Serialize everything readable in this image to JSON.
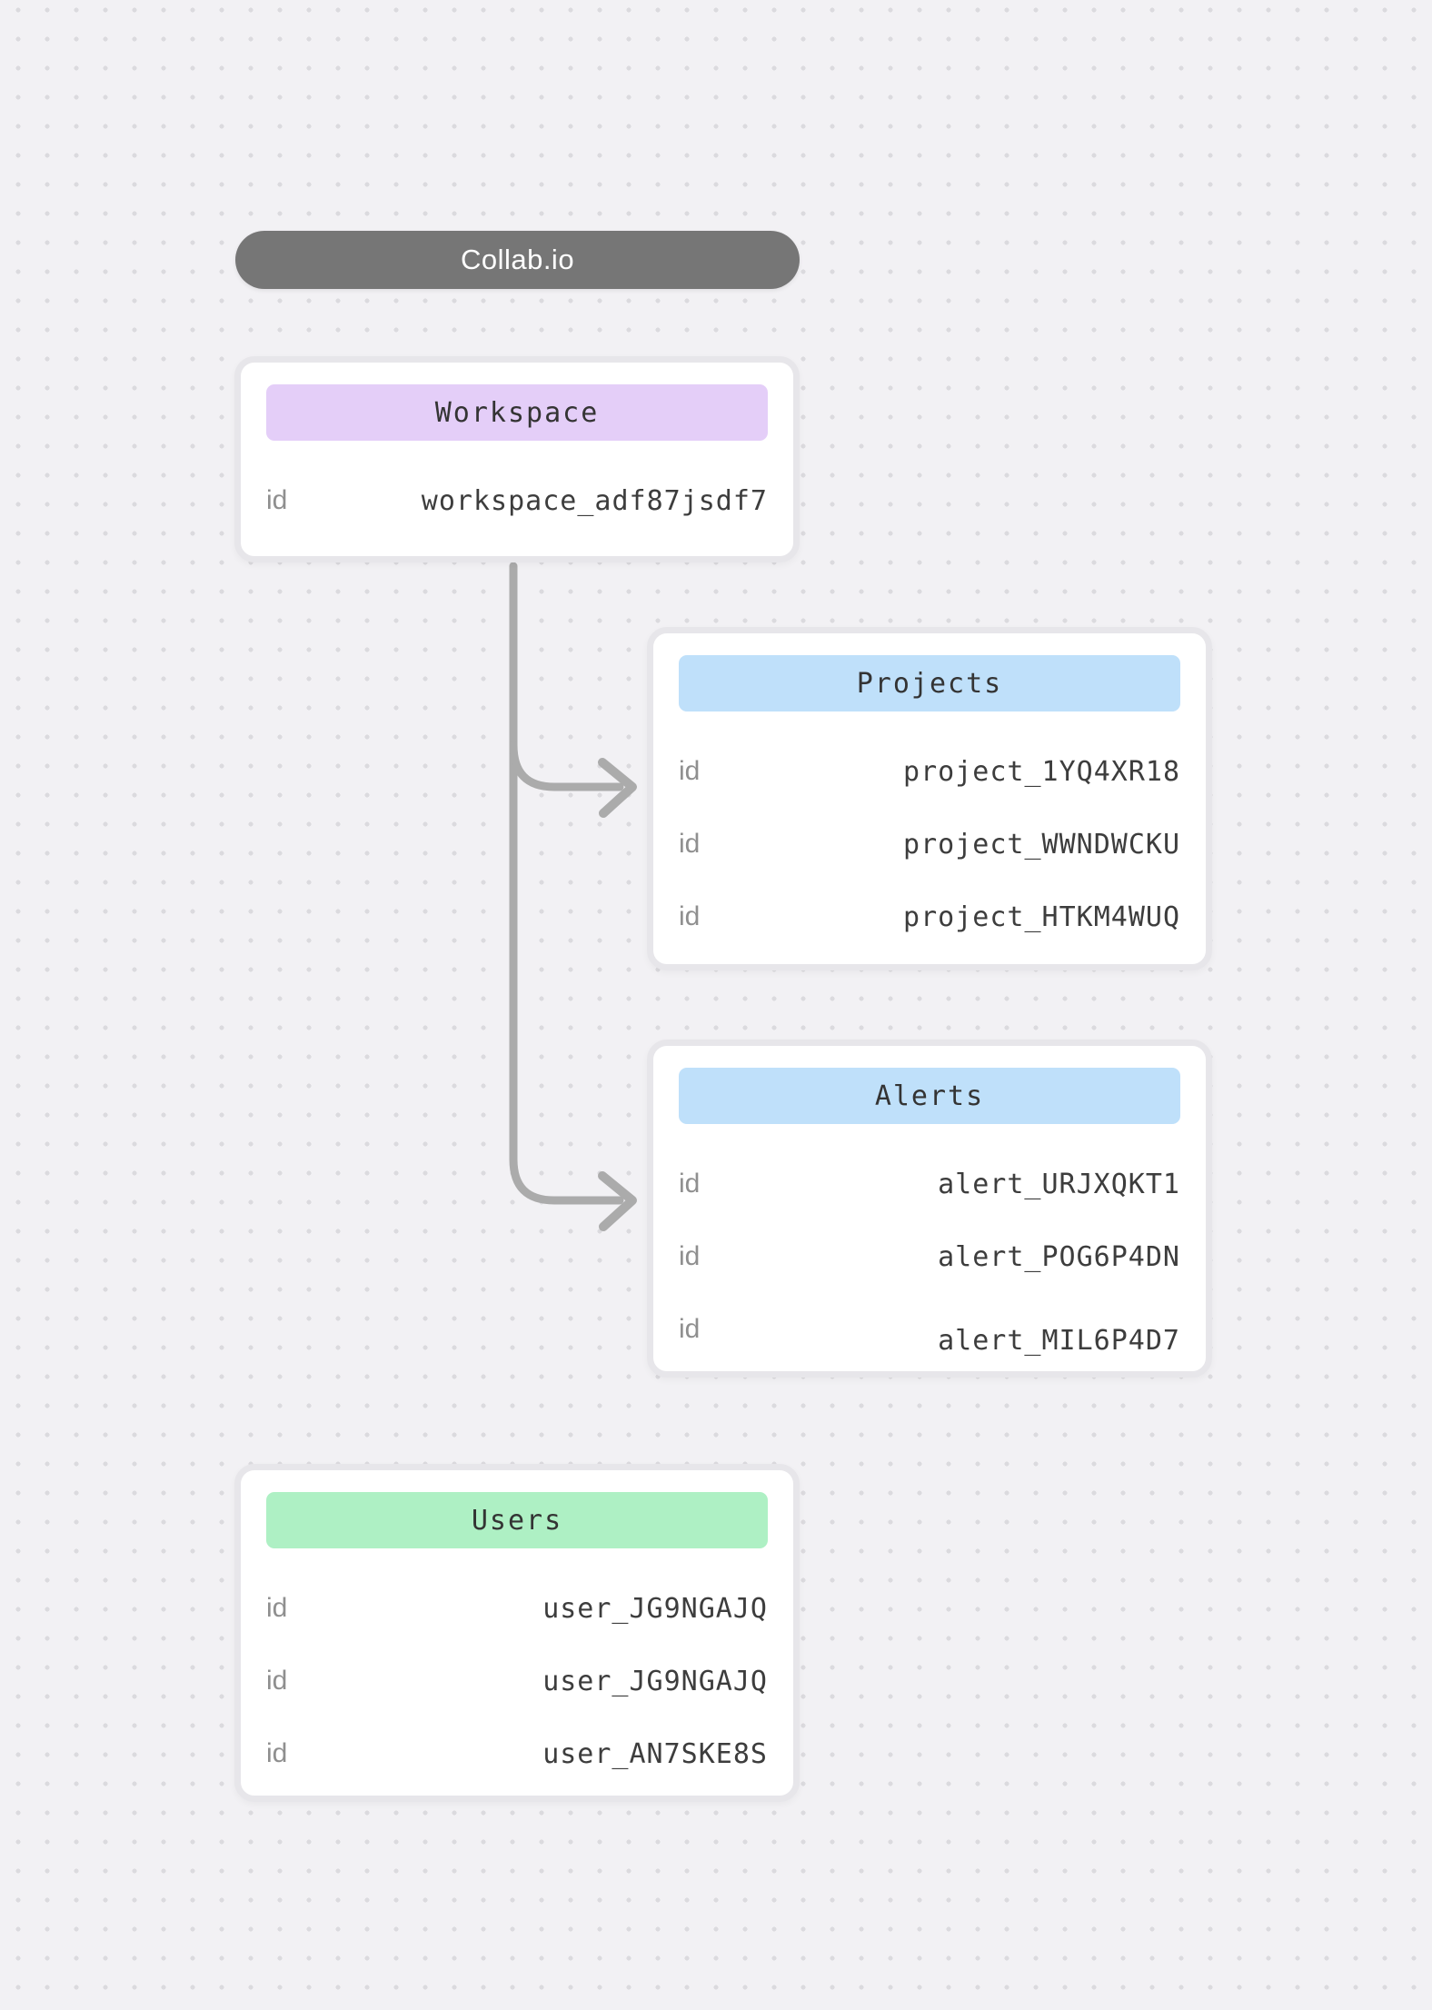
{
  "app": {
    "title": "Collab.io"
  },
  "colors": {
    "pill_bg": "#767676",
    "workspace_header": "#e4cef8",
    "projects_header": "#bfe0fa",
    "alerts_header": "#bfe0fa",
    "users_header": "#aef0c4",
    "connector": "#ababab",
    "card_border": "#e7e6ea",
    "value_text": "#3d3d3d",
    "key_text": "#8f8f8f"
  },
  "entities": {
    "workspace": {
      "title": "Workspace",
      "rows": [
        {
          "key": "id",
          "value": "workspace_adf87jsdf7"
        }
      ]
    },
    "projects": {
      "title": "Projects",
      "rows": [
        {
          "key": "id",
          "value": "project_1YQ4XR18"
        },
        {
          "key": "id",
          "value": "project_WWNDWCKU"
        },
        {
          "key": "id",
          "value": "project_HTKM4WUQ"
        }
      ]
    },
    "alerts": {
      "title": "Alerts",
      "rows": [
        {
          "key": "id",
          "value": "alert_URJXQKT1"
        },
        {
          "key": "id",
          "value": "alert_POG6P4DN"
        },
        {
          "key": "id",
          "value": "alert_MIL6P4D7"
        }
      ]
    },
    "users": {
      "title": "Users",
      "rows": [
        {
          "key": "id",
          "value": "user_JG9NGAJQ"
        },
        {
          "key": "id",
          "value": "user_JG9NGAJQ"
        },
        {
          "key": "id",
          "value": "user_AN7SKE8S"
        }
      ]
    }
  },
  "connections": [
    {
      "from": "Workspace",
      "to": "Projects"
    },
    {
      "from": "Workspace",
      "to": "Alerts"
    }
  ]
}
